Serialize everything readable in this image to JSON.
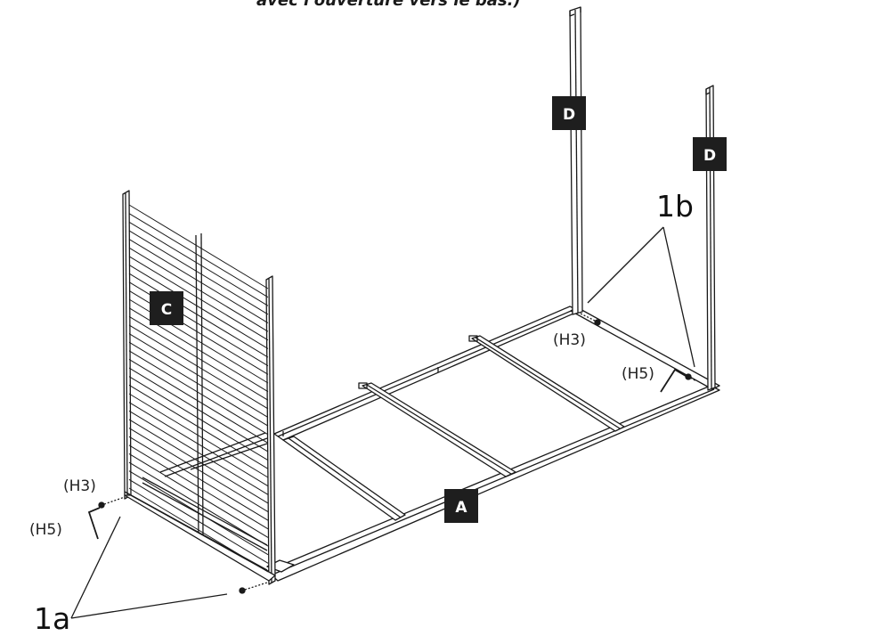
{
  "caption": "avec l'ouverture vers le bas.)",
  "parts": {
    "A": "A",
    "C": "C",
    "D1": "D",
    "D2": "D"
  },
  "hardware": {
    "h3_right": "(H3)",
    "h5_right": "(H5)",
    "h3_left": "(H3)",
    "h5_left": "(H5)"
  },
  "steps": {
    "step_1a": "1a",
    "step_1b": "1b"
  },
  "colors": {
    "line": "#1a1a1a",
    "badge": "#1e1e1e"
  }
}
